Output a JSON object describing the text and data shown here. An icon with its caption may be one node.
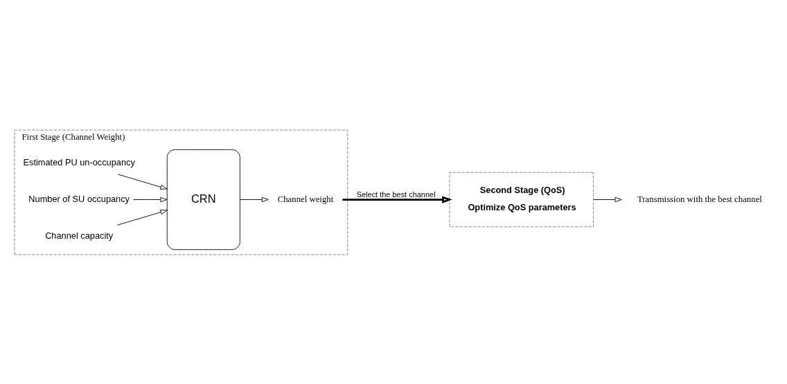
{
  "diagram": {
    "nodes": [
      {
        "text": [
          "First Stage (Channel Weight)"
        ]
      },
      {
        "text": [
          "Estimated PU un-occupancy"
        ],
        "in": 0
      },
      {
        "text": [
          "Number of SU occupancy"
        ],
        "in": 0
      },
      {
        "text": [
          "Channel capacity"
        ],
        "in": 0
      },
      {
        "text": [
          "CRN"
        ],
        "in": 0
      },
      {
        "text": [
          "Channel weight"
        ],
        "in": 0
      },
      {
        "text": [
          "Second Stage (QoS)",
          "Optimize QoS parameters"
        ]
      },
      {
        "text": [
          "Transmission with the best channel"
        ]
      }
    ],
    "edges": [
      {
        "from": 1,
        "to": 4,
        "arrow": "to"
      },
      {
        "from": 2,
        "to": 4,
        "arrow": "to"
      },
      {
        "from": 3,
        "to": 4,
        "arrow": "to"
      },
      {
        "from": 4,
        "to": 5,
        "arrow": "to"
      },
      {
        "from": 5,
        "to": 6,
        "arrow": "to",
        "label": "Select the best channel",
        "style": "thick"
      },
      {
        "from": 6,
        "to": 7,
        "arrow": "to"
      }
    ]
  }
}
